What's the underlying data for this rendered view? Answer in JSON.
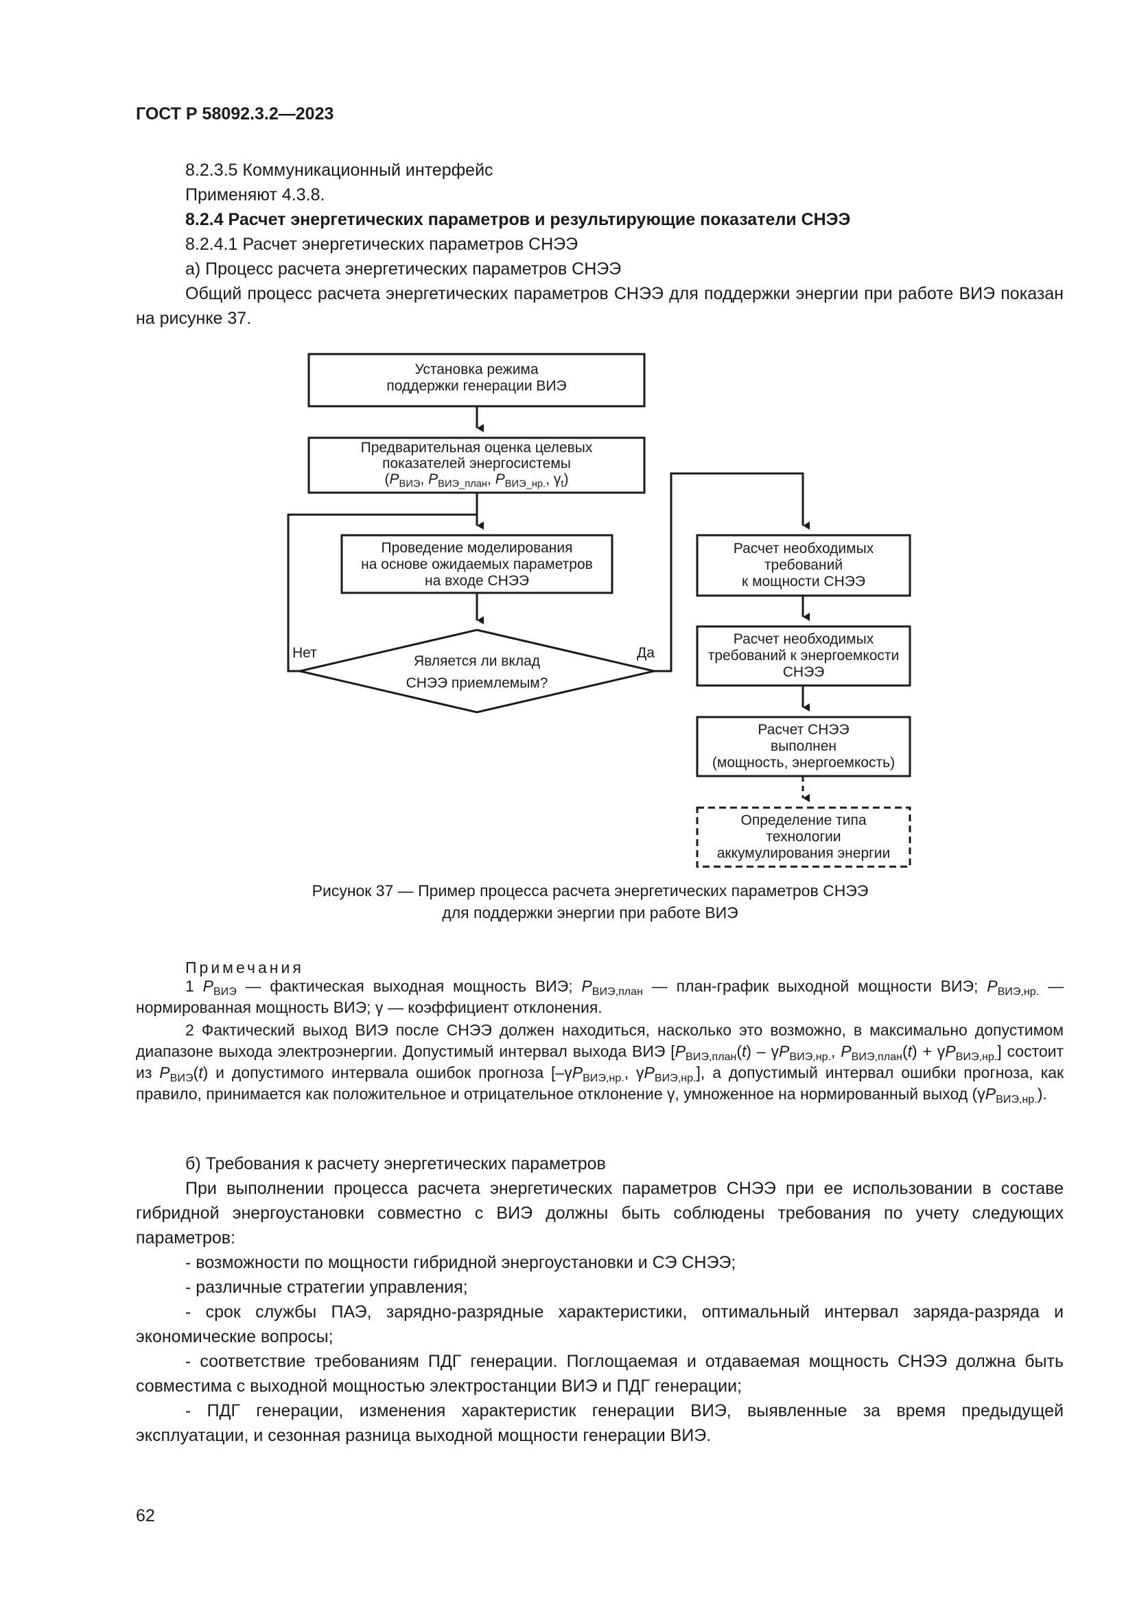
{
  "header": "ГОСТ Р 58092.3.2—2023",
  "s8235": "8.2.3.5  Коммуникационный интерфейс",
  "s8235_text": "Применяют 4.3.8.",
  "s824": "8.2.4  Расчет энергетических параметров и результирующие показатели СНЭЭ",
  "s8241": "8.2.4.1  Расчет энергетических параметров СНЭЭ",
  "item_a": "а)  Процесс расчета энергетических параметров СНЭЭ",
  "intro": "Общий процесс расчета энергетических параметров СНЭЭ для поддержки энергии при работе ВИЭ показан на рисунке 37.",
  "flow": {
    "box1_l1": "Установка режима",
    "box1_l2": "поддержки генерации ВИЭ",
    "box2_l1": "Предварительная оценка целевых",
    "box2_l2": "показателей энергосистемы",
    "box3_l1": "Проведение моделирования",
    "box3_l2": "на основе ожидаемых параметров",
    "box3_l3": "на входе СНЭЭ",
    "diamond_l1": "Является ли вклад",
    "diamond_l2": "СНЭЭ приемлемым?",
    "no": "Нет",
    "yes": "Да",
    "r1_l1": "Расчет необходимых",
    "r1_l2": "требований",
    "r1_l3": "к мощности СНЭЭ",
    "r2_l1": "Расчет необходимых",
    "r2_l2": "требований к энергоемкости",
    "r2_l3": "СНЭЭ",
    "r3_l1": "Расчет СНЭЭ",
    "r3_l2": "выполнен",
    "r3_l3": "(мощность, энергоемкость)",
    "r4_l1": "Определение типа",
    "r4_l2": "технологии",
    "r4_l3": "аккумулирования энергии"
  },
  "caption_l1": "Рисунок 37 — Пример процесса расчета энергетических параметров СНЭЭ",
  "caption_l2": "для поддержки энергии при работе ВИЭ",
  "notes_title": "Примечания",
  "note1_a": "1 ",
  "note1_b": " — фактическая выходная мощность ВИЭ; ",
  "note1_c": " — план-график выходной мощности ВИЭ; ",
  "note1_d": " — нормированная мощность ВИЭ; γ — коэффициент отклонения.",
  "note2_a": "2 Фактический выход ВИЭ после СНЭЭ должен находиться, насколько это возможно, в максимально допустимом диапазоне выхода электроэнергии. Допустимый интервал выхода ВИЭ [",
  "note2_b": "] состоит из ",
  "note2_c": " и допустимого интервала ошибок прогноза [",
  "note2_d": "], а допустимый интервал ошибки прогноза, как правило, принимается как положительное и отрицательное отклонение γ, умноженное на нормированный выход (",
  "note2_e": ").",
  "item_b": "б)  Требования к расчету энергетических параметров",
  "req_intro": "При выполнении процесса расчета энергетических параметров СНЭЭ при ее использовании в составе гибридной энергоустановки совместно с ВИЭ должны быть соблюдены требования по учету следующих параметров:",
  "bullets": [
    "- возможности по мощности гибридной энергоустановки и СЭ СНЭЭ;",
    "- различные стратегии управления;",
    "- срок службы ПАЭ, зарядно-разрядные характеристики, оптимальный интервал заряда-разряда и экономические вопросы;",
    "- соответствие требованиям ПДГ генерации. Поглощаемая и отдаваемая мощность СНЭЭ должна быть совместима с выходной мощностью электростанции ВИЭ и ПДГ генерации;",
    "- ПДГ генерации, изменения характеристик генерации ВИЭ, выявленные за время предыдущей эксплуатации, и сезонная разница выходной мощности генерации ВИЭ."
  ],
  "page_number": "62"
}
